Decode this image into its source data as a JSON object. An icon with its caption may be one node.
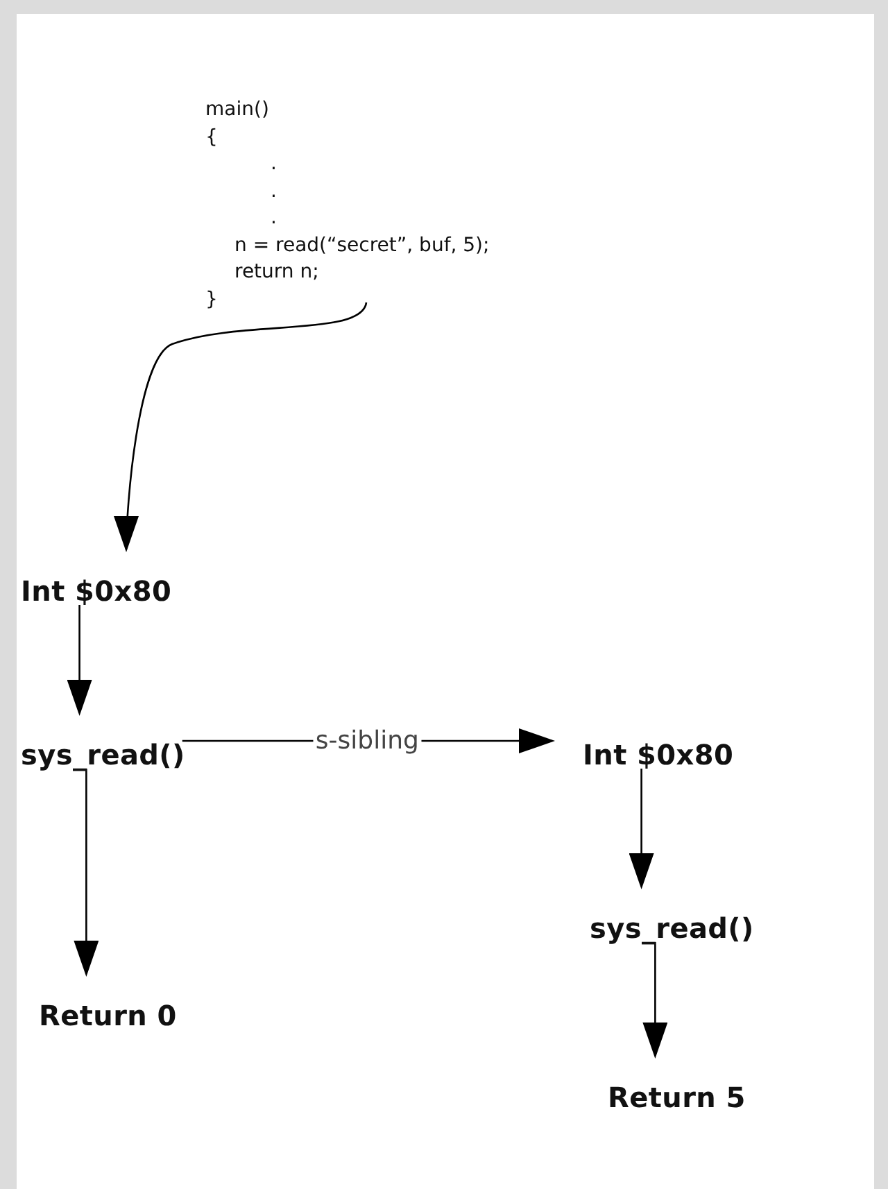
{
  "diagram": {
    "nodes": [
      {
        "text": [
          "main()",
          "{",
          ".",
          ".",
          ".",
          "n = read(“secret”, buf, 5);",
          "return n;",
          "}"
        ]
      },
      {
        "text": [
          "Int $0x80"
        ]
      },
      {
        "text": [
          "sys_read()"
        ]
      },
      {
        "text": [
          "Return 0"
        ]
      },
      {
        "text": [
          "Int $0x80"
        ]
      },
      {
        "text": [
          "sys_read()"
        ]
      },
      {
        "text": [
          "Return 5"
        ]
      }
    ],
    "edges": [
      {
        "from": 0,
        "to": 1,
        "arrow": "to"
      },
      {
        "from": 1,
        "to": 2,
        "arrow": "to"
      },
      {
        "from": 2,
        "to": 3,
        "arrow": "to"
      },
      {
        "from": 2,
        "to": 4,
        "arrow": "to",
        "label": "s-sibling"
      },
      {
        "from": 4,
        "to": 5,
        "arrow": "to"
      },
      {
        "from": 5,
        "to": 6,
        "arrow": "to"
      }
    ]
  }
}
